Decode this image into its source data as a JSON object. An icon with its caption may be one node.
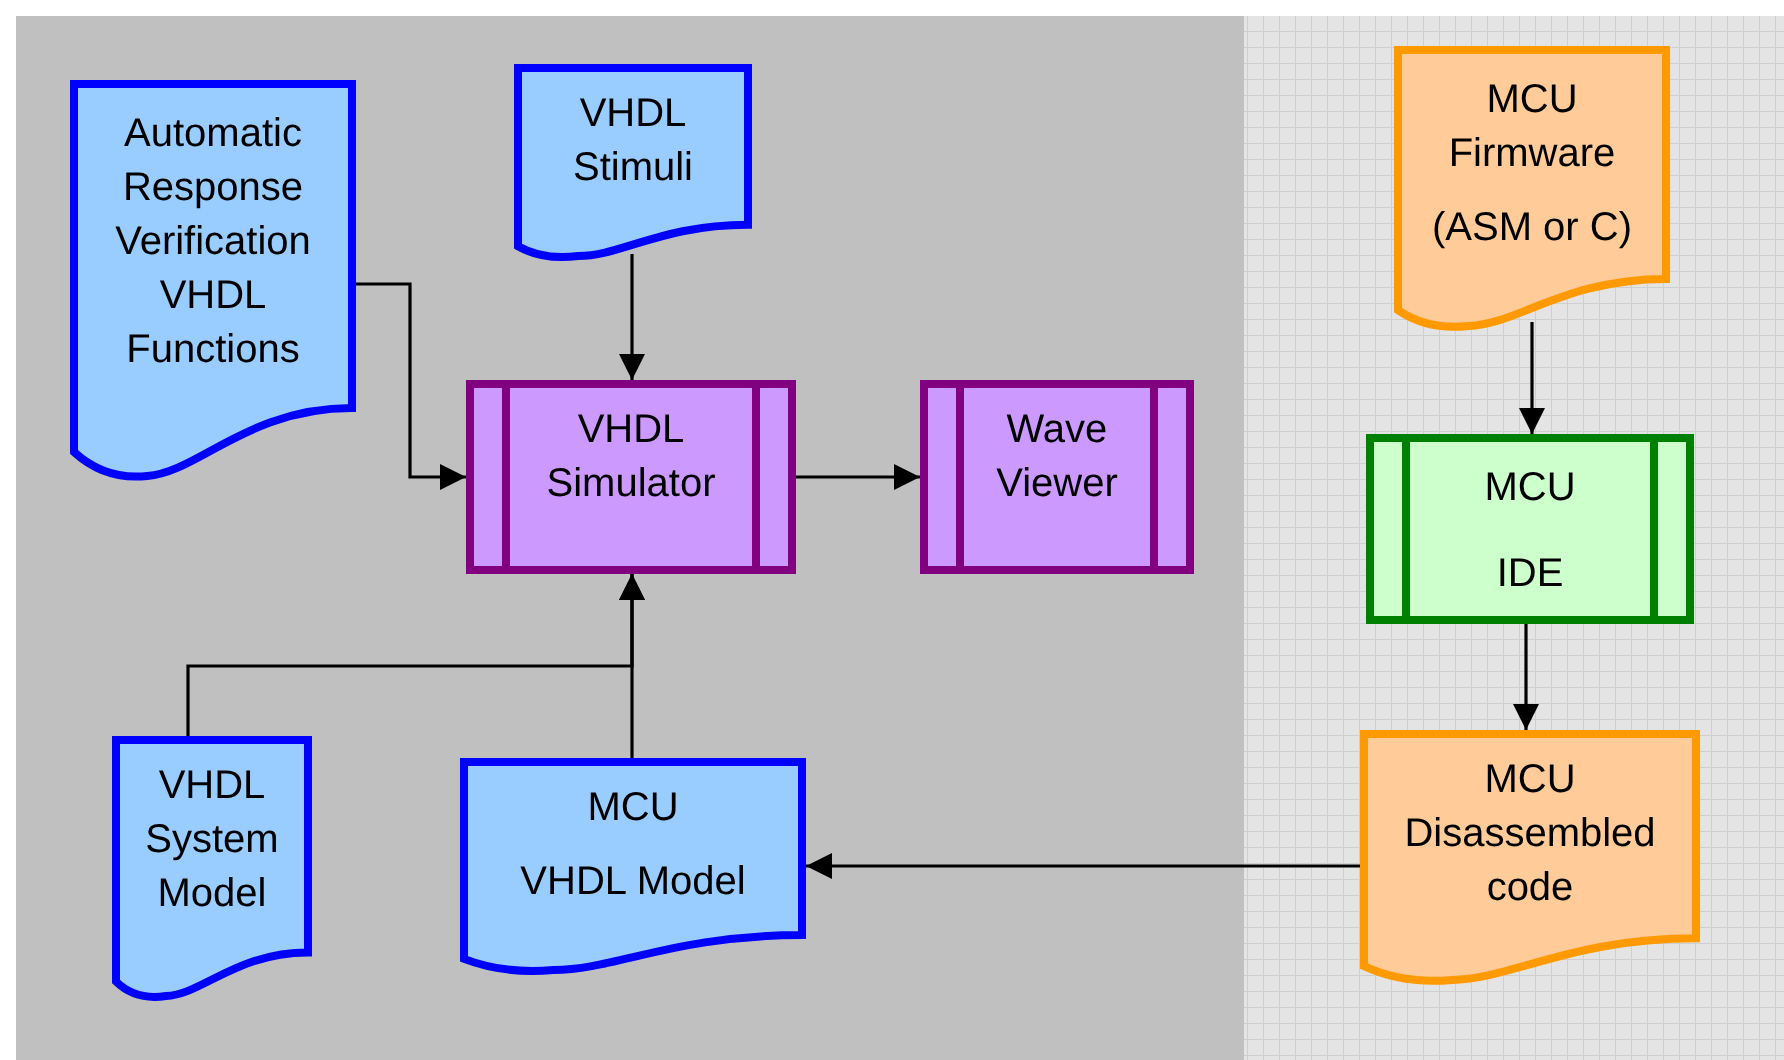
{
  "diagram": {
    "nodes": [
      {
        "text": [
          "Automatic Response Verification VHDL Functions"
        ]
      },
      {
        "text": [
          "VHDL Stimuli"
        ]
      },
      {
        "text": [
          "VHDL Simulator"
        ]
      },
      {
        "text": [
          "Wave Viewer"
        ]
      },
      {
        "text": [
          "MCU Firmware",
          "(ASM or C)"
        ]
      },
      {
        "text": [
          "MCU",
          "IDE"
        ]
      },
      {
        "text": [
          "MCU Disassembled code"
        ]
      },
      {
        "text": [
          "VHDL System Model"
        ]
      },
      {
        "text": [
          "MCU",
          "VHDL Model"
        ]
      }
    ],
    "edges": [
      {
        "from": 0,
        "to": 2,
        "arrow": "to"
      },
      {
        "from": 1,
        "to": 2,
        "arrow": "to"
      },
      {
        "from": 2,
        "to": 3,
        "arrow": "to"
      },
      {
        "from": 4,
        "to": 5,
        "arrow": "to"
      },
      {
        "from": 5,
        "to": 6,
        "arrow": "to"
      },
      {
        "from": 6,
        "to": 8,
        "arrow": "to"
      },
      {
        "from": 7,
        "to": 2,
        "arrow": "to"
      },
      {
        "from": 8,
        "to": 2,
        "arrow": "to"
      }
    ]
  }
}
